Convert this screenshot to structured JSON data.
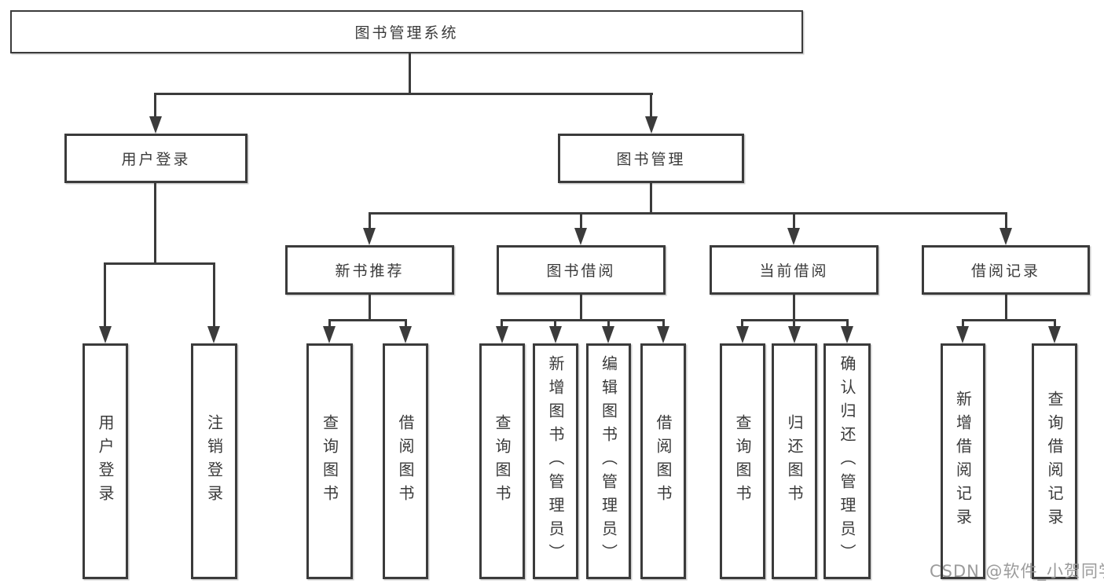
{
  "diagram_title": "图书管理系统",
  "tree": {
    "root": {
      "label": "图书管理系统"
    },
    "branches": [
      {
        "label": "用户登录",
        "children": [
          {
            "label": "用户登录"
          },
          {
            "label": "注销登录"
          }
        ]
      },
      {
        "label": "图书管理",
        "children": [
          {
            "label": "新书推荐",
            "children": [
              {
                "label": "查询图书"
              },
              {
                "label": "借阅图书"
              }
            ]
          },
          {
            "label": "图书借阅",
            "children": [
              {
                "label": "查询图书"
              },
              {
                "label": "新增图书（管理员）"
              },
              {
                "label": "编辑图书（管理员）"
              },
              {
                "label": "借阅图书"
              }
            ]
          },
          {
            "label": "当前借阅",
            "children": [
              {
                "label": "查询图书"
              },
              {
                "label": "归还图书"
              },
              {
                "label": "确认归还（管理员）"
              }
            ]
          },
          {
            "label": "借阅记录",
            "children": [
              {
                "label": "新增借阅记录"
              },
              {
                "label": "查询借阅记录"
              }
            ]
          }
        ]
      }
    ]
  },
  "watermark": {
    "text": "CSDN @软件_小贺同学",
    "color": "#969696"
  },
  "colors": {
    "line": "#3b3b3b",
    "text": "#3a3a3a",
    "background": "#ffffff"
  }
}
